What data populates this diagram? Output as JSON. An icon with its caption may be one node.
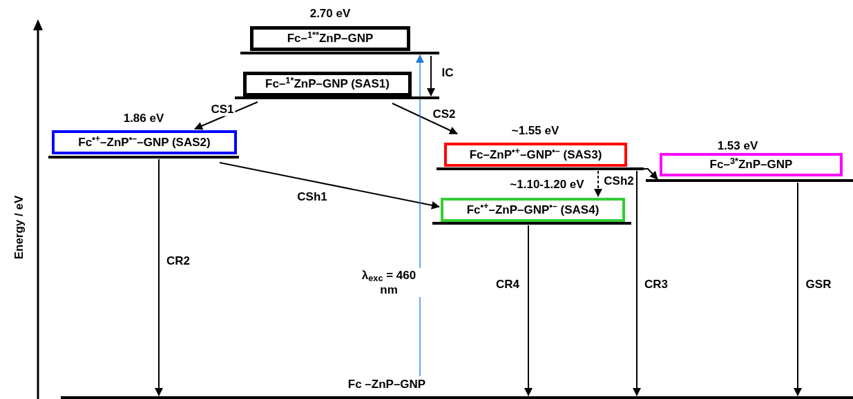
{
  "diagram": {
    "nodes": [
      {
        "text": [
          "Fc–$^{1**}$ZnP–GNP"
        ],
        "beside": [
          "2.70 eV"
        ]
      },
      {
        "text": [
          "Fc–$^{1*}$ZnP–GNP (SAS1)"
        ]
      },
      {
        "text": [
          "Fc$^{•+}$–ZnP$^{•–}$–GNP (SAS2)"
        ],
        "beside": [
          "1.86 eV"
        ]
      },
      {
        "text": [
          "Fc–ZnP$^{•+}$–GNP$^{•–}$ (SAS3)"
        ],
        "beside": [
          "~1.55 eV"
        ]
      },
      {
        "text": [
          "Fc$^{•+}$–ZnP–GNP$^{•–}$ (SAS4)"
        ],
        "beside": [
          "~1.10-1.20 eV"
        ]
      },
      {
        "text": [
          "Fc–$^{3*}$ZnP–GNP"
        ],
        "beside": [
          "1.53 eV"
        ]
      },
      {
        "text": [
          "Fc –ZnP–GNP"
        ]
      }
    ],
    "edges": [
      {
        "from": 0,
        "to": 1,
        "arrow": "to",
        "label": "IC"
      },
      {
        "from": 1,
        "to": 2,
        "arrow": "to",
        "label": "CS1"
      },
      {
        "from": 1,
        "to": 3,
        "arrow": "to",
        "label": "CS2"
      },
      {
        "from": 2,
        "to": 4,
        "arrow": "to",
        "label": "CSh1"
      },
      {
        "from": 3,
        "to": 4,
        "arrow": "to",
        "label": "CSh2",
        "style": "dashed"
      },
      {
        "from": 3,
        "to": 5,
        "arrow": "to"
      },
      {
        "from": 2,
        "to": 6,
        "arrow": "to",
        "label": "CR2"
      },
      {
        "from": 4,
        "to": 6,
        "arrow": "to",
        "label": "CR4"
      },
      {
        "from": 3,
        "to": 6,
        "arrow": "to",
        "label": "CR3"
      },
      {
        "from": 5,
        "to": 6,
        "arrow": "to",
        "label": "GSR"
      },
      {
        "from": 6,
        "to": 0,
        "arrow": "to",
        "label": "λ$_{exc}$ = 460 nm",
        "color": "#1f7bd6"
      }
    ],
    "labels": [
      "Energy / eV"
    ]
  }
}
